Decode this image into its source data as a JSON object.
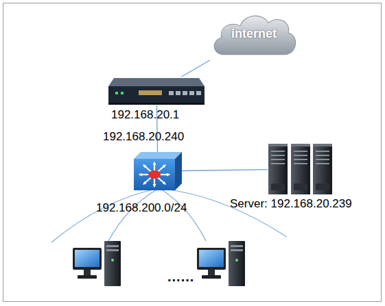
{
  "diagram": {
    "nodes": [
      {
        "text": [
          "internet"
        ]
      },
      {
        "text": [
          "192.168.20.1"
        ]
      },
      {
        "text": [
          "192.168.20.240"
        ]
      },
      {
        "text": [
          "Server: 192.168.20.239"
        ]
      }
    ],
    "edges": [
      {
        "from": 0,
        "to": 1,
        "arrow": "none"
      },
      {
        "from": 1,
        "to": 2,
        "arrow": "none"
      },
      {
        "from": 2,
        "to": 3,
        "arrow": "none"
      }
    ],
    "labels": [
      "192.168.200.0/24",
      "......"
    ]
  }
}
